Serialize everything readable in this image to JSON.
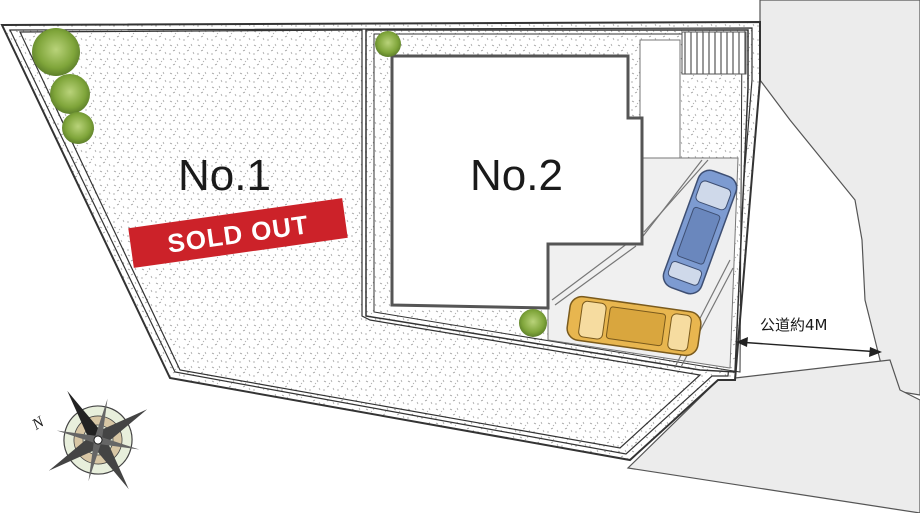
{
  "lots": [
    {
      "label": "No.1",
      "status": "SOLD OUT"
    },
    {
      "label": "No.2"
    }
  ],
  "road": {
    "label": "公道約4M"
  },
  "compass": {
    "north_label": "N"
  },
  "colors": {
    "sold_badge": "#cc2229",
    "lot_border": "#3a3a3a",
    "road_fill": "#ececec",
    "parking_fill": "#f0f0f0",
    "tree": "#7fa53a",
    "car_blue": "#7d9bd1",
    "car_yellow": "#e8b64f"
  },
  "icons": [
    "tree-icon",
    "blue-car-icon",
    "yellow-car-icon",
    "compass-rose-icon",
    "staircase-icon"
  ]
}
